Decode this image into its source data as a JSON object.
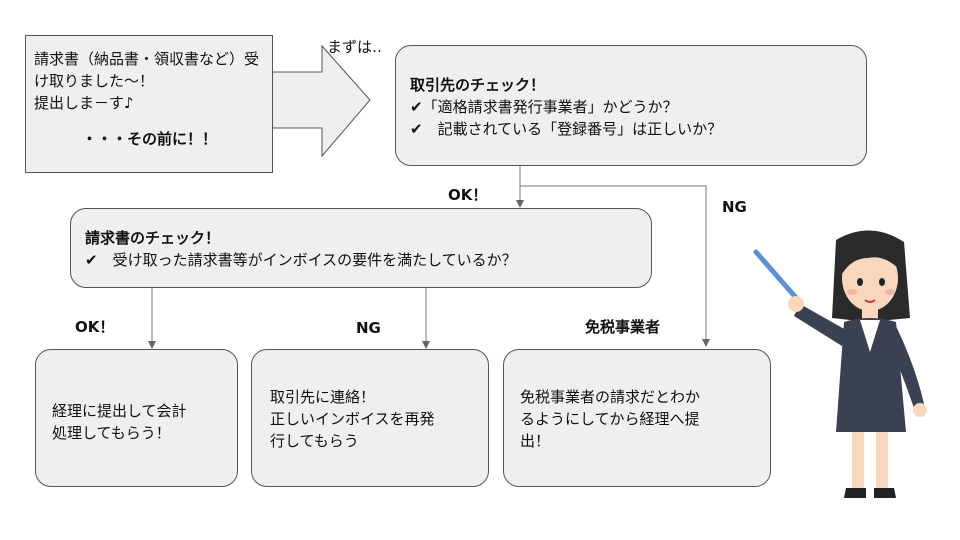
{
  "receipt_box": {
    "lines": [
      "請求書（納品書・領収書など）受",
      "け取りました～！",
      "提出しま－す♪"
    ],
    "emphasis": "・・・その前に！！"
  },
  "lead_text": "まずは‥",
  "partner_check": {
    "title": "取引先のチェック！",
    "items": [
      "✔「適格請求書発行事業者」かどうか？",
      "✔　記載されている「登録番号」は正しいか？"
    ]
  },
  "invoice_check": {
    "title": "請求書のチェック！",
    "items": [
      "✔　受け取った請求書等がインボイスの要件を満たしているか？"
    ]
  },
  "branch_labels": {
    "partner_ok": "OK！",
    "partner_ng": "NG",
    "invoice_ok": "OK！",
    "invoice_ng": "NG",
    "tax_exempt": "免税事業者"
  },
  "results": {
    "submit": [
      "経理に提出して会計",
      "処理してもらう！"
    ],
    "contact": [
      "取引先に連絡！",
      "正しいインボイスを再発",
      "行してもらう"
    ],
    "exempt": [
      "免税事業者の請求だとわか",
      "るようにしてから経理へ提",
      "出！"
    ]
  },
  "colors": {
    "box_fill": "#efefef",
    "box_border": "#555555",
    "suit": "#3b4152",
    "pointer": "#5b8fd6"
  }
}
